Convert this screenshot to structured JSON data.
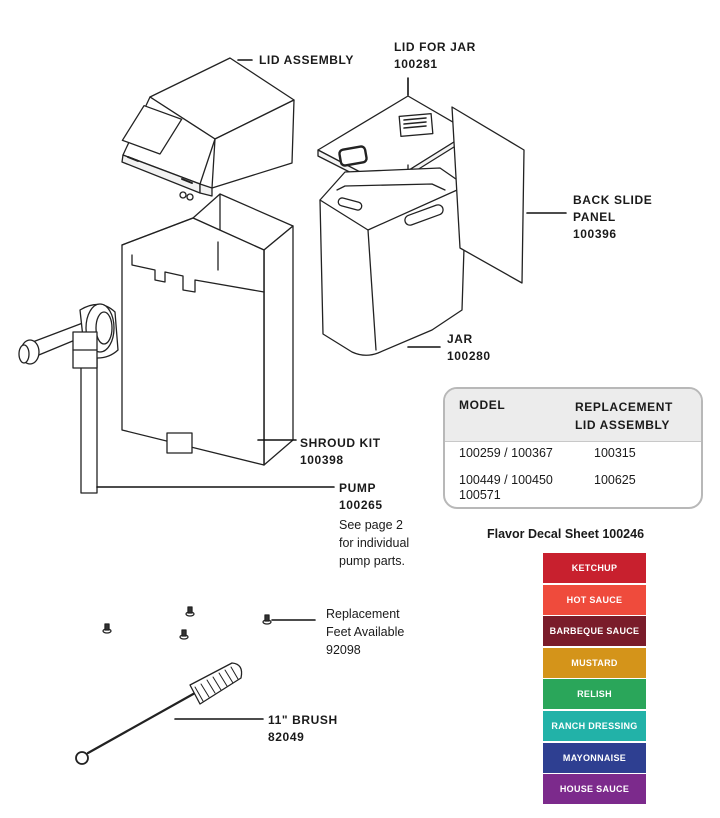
{
  "labels": {
    "lid_assembly": "LID ASSEMBLY",
    "lid_for_jar": "LID FOR JAR",
    "lid_for_jar_part": "100281",
    "back_slide_panel_line1": "BACK SLIDE",
    "back_slide_panel_line2": "PANEL",
    "back_slide_panel_part": "100396",
    "jar": "JAR",
    "jar_part": "100280",
    "shroud_kit": "SHROUD KIT",
    "shroud_kit_part": "100398",
    "pump": "PUMP",
    "pump_part": "100265",
    "pump_note_line1": "See page 2",
    "pump_note_line2": "for individual",
    "pump_note_line3": "pump parts.",
    "feet_line1": "Replacement",
    "feet_line2": "Feet Available",
    "feet_part": "92098",
    "brush": "11\" BRUSH",
    "brush_part": "82049"
  },
  "model_table": {
    "header_model": "MODEL",
    "header_replacement_line1": "REPLACEMENT",
    "header_replacement_line2": "LID ASSEMBLY",
    "rows": [
      {
        "model_line1": "100259 / 100367",
        "model_line2": "",
        "lid": "100315"
      },
      {
        "model_line1": "100449 / 100450",
        "model_line2": "100571",
        "lid": "100625"
      }
    ]
  },
  "decal_sheet": {
    "title": "Flavor Decal Sheet 100246",
    "decals": [
      {
        "label": "KETCHUP",
        "color": "#c8202e"
      },
      {
        "label": "HOT SAUCE",
        "color": "#ef4b3c"
      },
      {
        "label": "BARBEQUE SAUCE",
        "color": "#7a1c2a"
      },
      {
        "label": "MUSTARD",
        "color": "#d4941a"
      },
      {
        "label": "RELISH",
        "color": "#2aa65a"
      },
      {
        "label": "RANCH DRESSING",
        "color": "#22b2a8"
      },
      {
        "label": "MAYONNAISE",
        "color": "#2e3f91"
      },
      {
        "label": "HOUSE SAUCE",
        "color": "#7c2a8c"
      }
    ]
  }
}
